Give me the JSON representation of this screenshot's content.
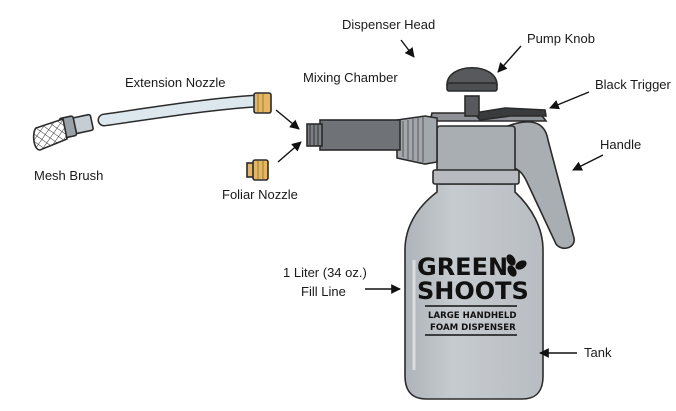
{
  "labels": {
    "dispenser_head": "Dispenser Head",
    "pump_knob": "Pump Knob",
    "black_trigger": "Black Trigger",
    "handle": "Handle",
    "extension_nozzle": "Extension Nozzle",
    "mixing_chamber": "Mixing Chamber",
    "mesh_brush": "Mesh Brush",
    "foliar_nozzle": "Foliar Nozzle",
    "fill_line_1": "1 Liter (34 oz.)",
    "fill_line_2": "Fill Line",
    "tank": "Tank"
  },
  "branding": {
    "line1": "GREEN",
    "line2": "SHOOTS",
    "subtitle_1": "LARGE HANDHELD",
    "subtitle_2": "FOAM DISPENSER"
  },
  "colors": {
    "tank": "#bfc4c9",
    "head": "#a9aeb3",
    "chamber": "#6f7378",
    "knob": "#57595c",
    "trigger": "#3a3b3d",
    "brass": "#e3b765",
    "hose": "#dde8ee",
    "brush_tip": "#c7ced3"
  }
}
